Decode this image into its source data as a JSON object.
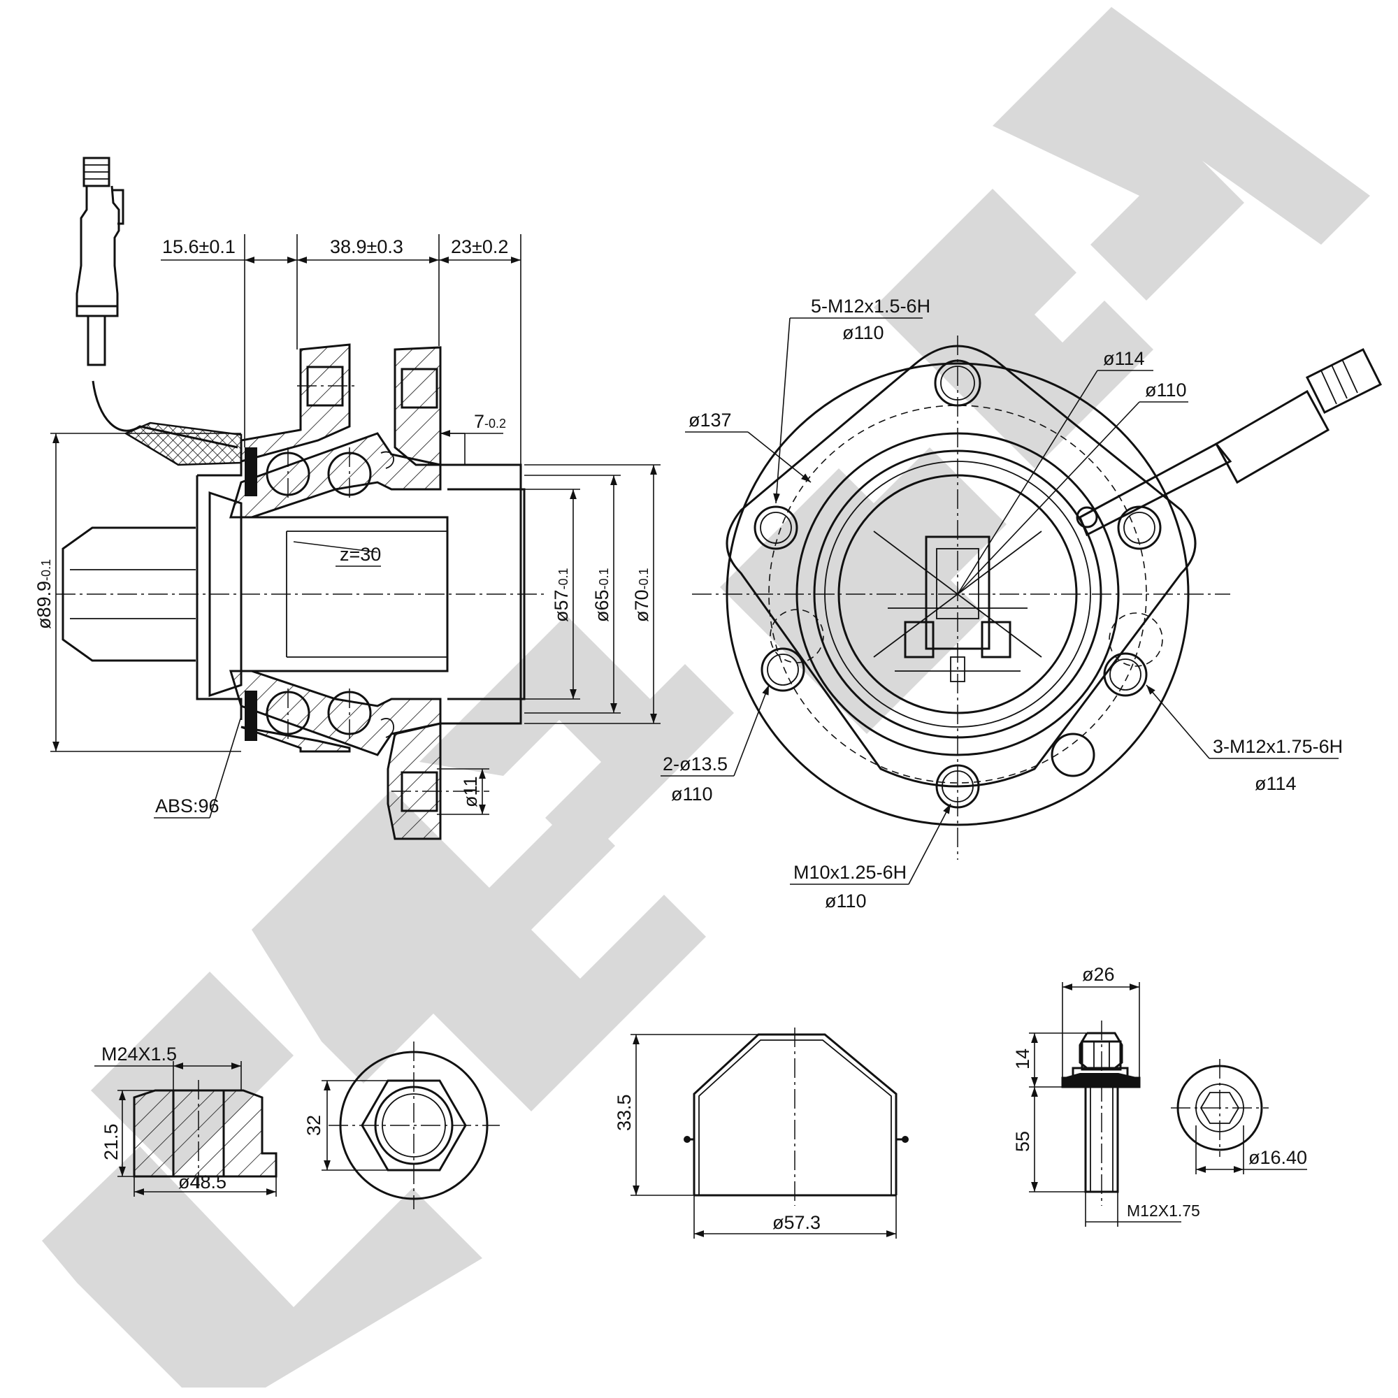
{
  "watermark": {
    "text": "ZENTEK",
    "color": "#d9d9d9"
  },
  "side_view": {
    "dim_flange_offset": "15.6±0.1",
    "dim_bearing_width": "38.9±0.3",
    "dim_pilot_length": "23±0.2",
    "dim_pilot_step": "7",
    "dim_pilot_step_tol": "-0.2",
    "spline_teeth": "z=30",
    "dia_89_9": "89.9",
    "dia_89_9_tol": "-0.1",
    "dia_57": "57",
    "dia_57_tol": "-0.1",
    "dia_65": "65",
    "dia_65_tol": "-0.1",
    "dia_70": "70",
    "dia_70_tol": "-0.1",
    "dia_11": "11",
    "abs_ring": "ABS:96"
  },
  "front_view": {
    "thread_5": "5-M12x1.5-6H",
    "pcd_5": "110",
    "dia_137": "137",
    "dia_114": "114",
    "dia_110": "110",
    "holes_2": "2-",
    "holes_2_dia": "13.5",
    "holes_2_pcd": "110",
    "thread_3": "3-M12x1.75-6H",
    "pcd_3": "114",
    "thread_m10": "M10x1.25-6H",
    "pcd_m10": "110"
  },
  "nut": {
    "thread": "M24X1.5",
    "height": "21.5",
    "flange_dia": "48.5",
    "hex_size": "32"
  },
  "cap": {
    "height": "33.5",
    "dia": "57.3"
  },
  "bolt": {
    "head_dia": "26",
    "head_height": "14",
    "length": "55",
    "thread": "M12X1.75",
    "socket_dia": "16.40"
  },
  "symbols": {
    "diameter": "ø"
  }
}
